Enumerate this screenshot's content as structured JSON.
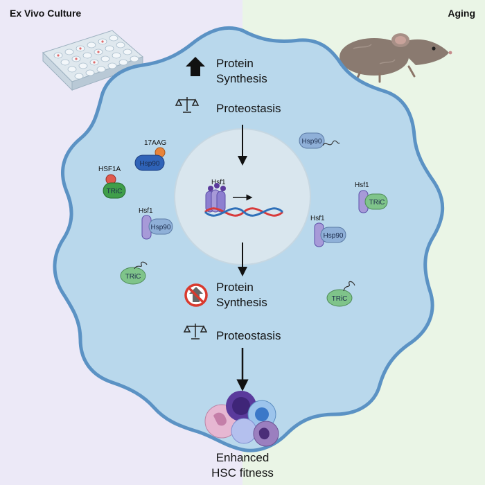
{
  "corners": {
    "left": "Ex Vivo Culture",
    "right": "Aging"
  },
  "top_block": {
    "line1": "Protein",
    "line2": "Synthesis",
    "proteostasis": "Proteostasis"
  },
  "bottom_block": {
    "line1": "Protein",
    "line2": "Synthesis",
    "proteostasis": "Proteostasis"
  },
  "nucleus": {
    "tf_label": "Hsf1"
  },
  "left_proteins": {
    "drug": "17AAG",
    "hsp90": "Hsp90",
    "inhibitor": "HSF1A",
    "tric": "TRiC",
    "hsf1": "Hsf1",
    "hsp90_b": "Hsp90",
    "tric_b": "TRiC"
  },
  "right_proteins": {
    "hsp90": "Hsp90",
    "hsf1_a": "Hsf1",
    "tric_a": "TRiC",
    "hsf1_b": "Hsf1",
    "hsp90_b": "Hsp90",
    "tric_b": "TRiC"
  },
  "outcome": {
    "line1": "Enhanced",
    "line2": "HSC fitness"
  },
  "colors": {
    "left_bg": "#ece9f7",
    "right_bg": "#eaf5e6",
    "cell_fill": "#b9d8ec",
    "cell_stroke": "#5b92c4",
    "nucleus_fill": "#d9e6ee",
    "hsp90_fill": "#8fb0d8",
    "tric_fill": "#7fc48a",
    "hsf1_fill": "#a79ad8",
    "inhibitor_red": "#e05a4e",
    "drug_orange": "#e8843a",
    "dna_red": "#d83a3a",
    "dna_blue": "#2e6fb8"
  }
}
